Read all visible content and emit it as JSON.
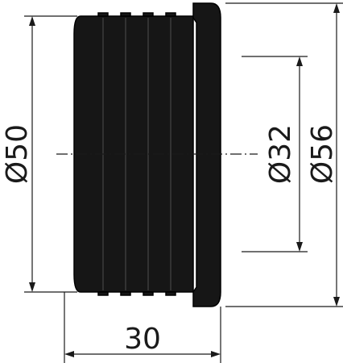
{
  "dimensions": {
    "outer_diameter_label": "Ø50",
    "inner_diameter_label": "Ø32",
    "flange_diameter_label": "Ø56",
    "length_label": "30"
  },
  "colors": {
    "part_fill": "#161616",
    "rib_highlight": "#3a3a3a",
    "line": "#1a1a1a",
    "background": "#ffffff"
  }
}
